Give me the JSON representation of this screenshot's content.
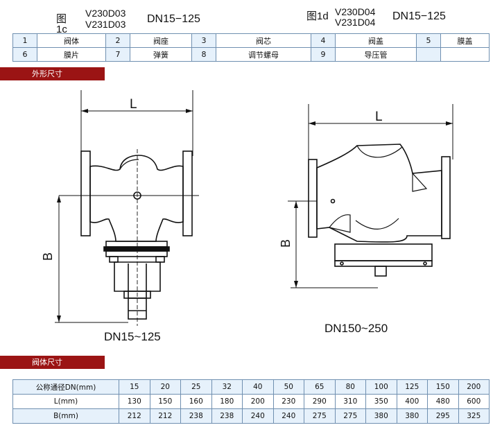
{
  "figures": {
    "left": {
      "tag": "图1c",
      "model1": "V230D03",
      "model2": "V231D03",
      "dn": "DN15−125",
      "caption": "DN15~125"
    },
    "right": {
      "tag": "图1d",
      "model1": "V230D04",
      "model2": "V231D04",
      "dn": "DN15−125",
      "caption": "DN150~250"
    }
  },
  "parts": [
    [
      {
        "n": "1",
        "name": "阀体"
      },
      {
        "n": "2",
        "name": "阀座"
      },
      {
        "n": "3",
        "name": "阀芯"
      },
      {
        "n": "4",
        "name": "阀盖"
      },
      {
        "n": "5",
        "name": "膜盖"
      }
    ],
    [
      {
        "n": "6",
        "name": "膜片"
      },
      {
        "n": "7",
        "name": "弹簧"
      },
      {
        "n": "8",
        "name": "调节螺母"
      },
      {
        "n": "9",
        "name": "导压管"
      }
    ]
  ],
  "sections": {
    "outline": "外形尺寸",
    "body_dims": "阀体尺寸"
  },
  "drawing_labels": {
    "L": "L",
    "B": "B"
  },
  "dims": {
    "header": "公称通径DN(mm)",
    "dn": [
      "15",
      "20",
      "25",
      "32",
      "40",
      "50",
      "65",
      "80",
      "100",
      "125",
      "150",
      "200"
    ],
    "l_label": "L(mm)",
    "l": [
      "130",
      "150",
      "160",
      "180",
      "200",
      "230",
      "290",
      "310",
      "350",
      "400",
      "480",
      "600"
    ],
    "b_label": "B(mm)",
    "b": [
      "212",
      "212",
      "238",
      "238",
      "240",
      "240",
      "275",
      "275",
      "380",
      "380",
      "295",
      "325"
    ]
  }
}
